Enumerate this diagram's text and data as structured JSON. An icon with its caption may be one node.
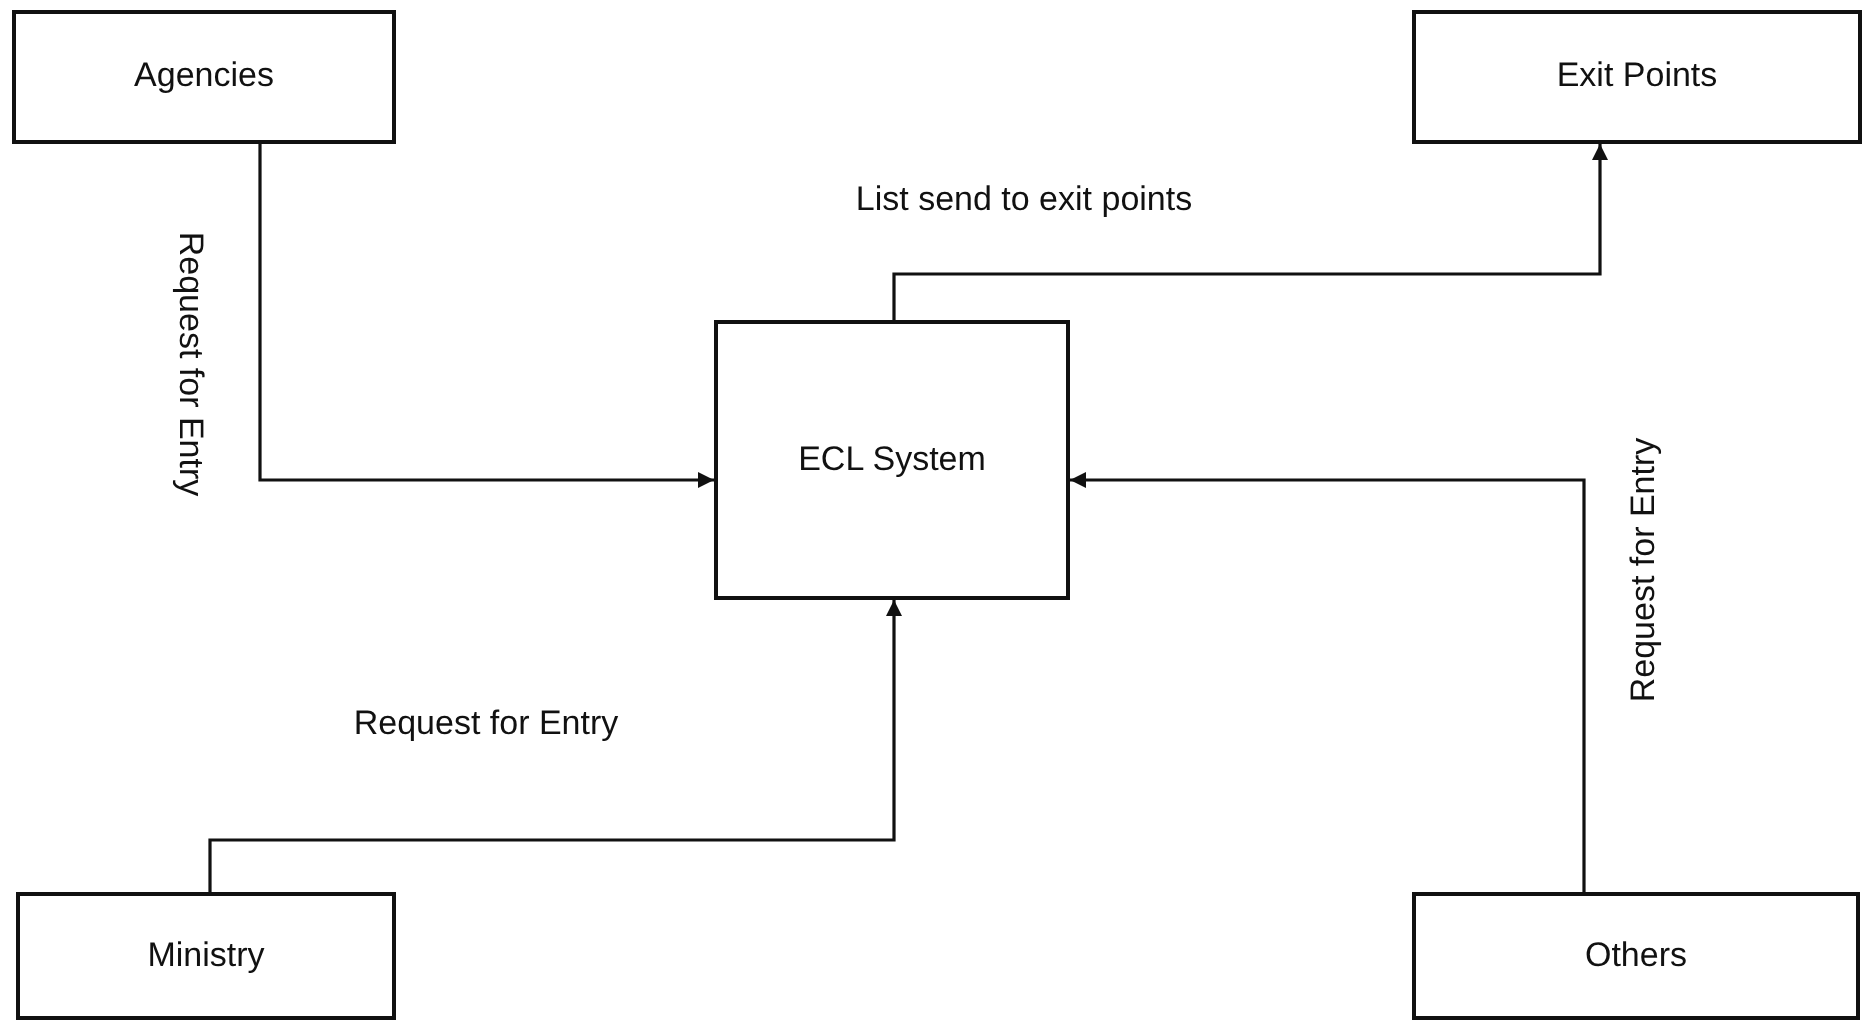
{
  "diagram": {
    "nodes": [
      {
        "text": [
          "Agencies"
        ]
      },
      {
        "text": [
          "Exit Points"
        ]
      },
      {
        "text": [
          "ECL System"
        ]
      },
      {
        "text": [
          "Ministry"
        ]
      },
      {
        "text": [
          "Others"
        ]
      }
    ],
    "edges": [
      {
        "from": 0,
        "to": 2,
        "arrow": "to",
        "label": "Request for Entry"
      },
      {
        "from": 2,
        "to": 1,
        "arrow": "to",
        "label": "List send to exit points"
      },
      {
        "from": 3,
        "to": 2,
        "arrow": "to",
        "label": "Request for Entry"
      },
      {
        "from": 4,
        "to": 2,
        "arrow": "to",
        "label": "Request for Entry"
      }
    ]
  }
}
